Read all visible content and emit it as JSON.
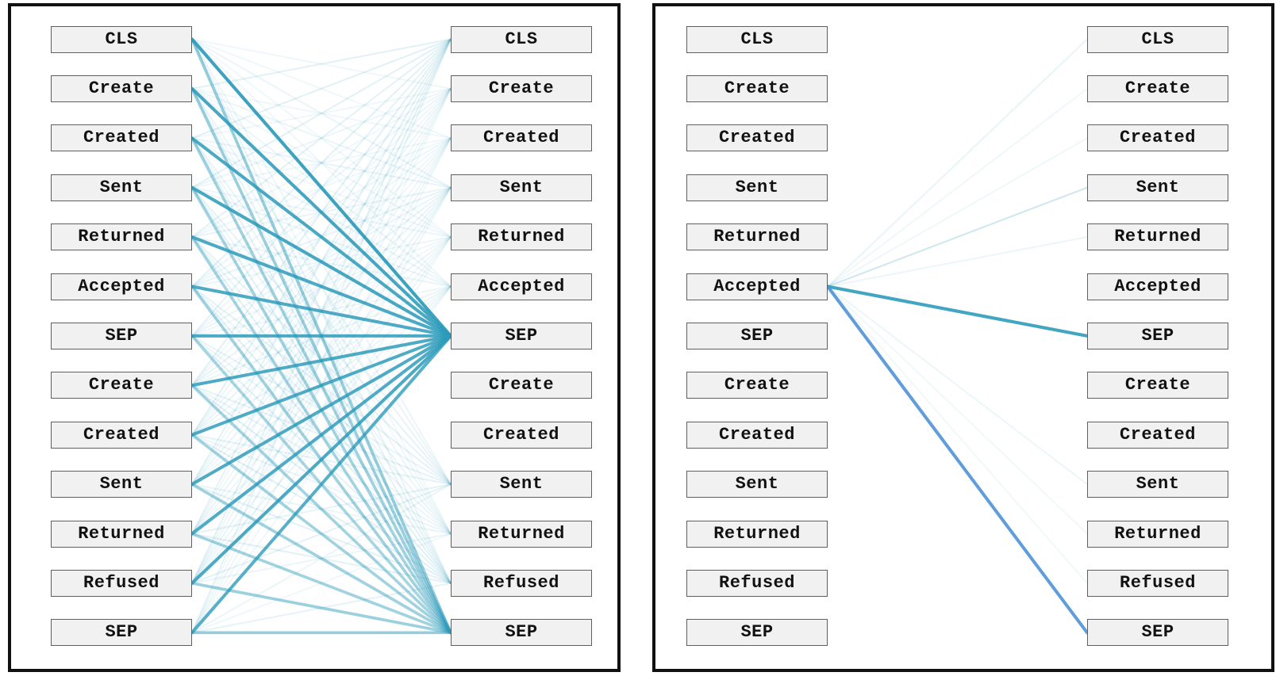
{
  "tokens": [
    "CLS",
    "Create",
    "Created",
    "Sent",
    "Returned",
    "Accepted",
    "SEP",
    "Create",
    "Created",
    "Sent",
    "Returned",
    "Refused",
    "SEP"
  ],
  "colors": {
    "teal": "#2d9bba",
    "blue": "#4a90d6",
    "box_fill": "#f1f1f1",
    "box_border": "#5f5f5f",
    "panel_border": "#111111",
    "text": "#111111",
    "background": "#ffffff"
  },
  "panels": [
    {
      "name": "attention-all-tokens",
      "attention": [
        [
          0,
          0.08,
          0.08,
          0.1,
          0.07,
          0.08,
          0.92,
          0,
          0,
          0.09,
          0.07,
          0.11,
          0.5
        ],
        [
          0.14,
          0,
          0.08,
          0.1,
          0.08,
          0.09,
          0.88,
          0,
          0,
          0.1,
          0.08,
          0.12,
          0.48
        ],
        [
          0.15,
          0.08,
          0,
          0.11,
          0.08,
          0.09,
          0.86,
          0,
          0,
          0.11,
          0.09,
          0.13,
          0.46
        ],
        [
          0.14,
          0.09,
          0.08,
          0,
          0.09,
          0.1,
          0.87,
          0,
          0,
          0.12,
          0.09,
          0.14,
          0.45
        ],
        [
          0.13,
          0.08,
          0.08,
          0.11,
          0,
          0.1,
          0.85,
          0,
          0,
          0.12,
          0.1,
          0.14,
          0.44
        ],
        [
          0.14,
          0.09,
          0.09,
          0.12,
          0.09,
          0,
          0.84,
          0,
          0,
          0.13,
          0.1,
          0.15,
          0.46
        ],
        [
          0.12,
          0.08,
          0.08,
          0.1,
          0.08,
          0.09,
          0.85,
          0,
          0,
          0.11,
          0.09,
          0.13,
          0.42
        ],
        [
          0.14,
          0.08,
          0.08,
          0.11,
          0.08,
          0.1,
          0.84,
          0,
          0,
          0.12,
          0.1,
          0.15,
          0.44
        ],
        [
          0.14,
          0.09,
          0.08,
          0.11,
          0.09,
          0.1,
          0.83,
          0,
          0,
          0.12,
          0.1,
          0.15,
          0.45
        ],
        [
          0.13,
          0.08,
          0.08,
          0.1,
          0.08,
          0.09,
          0.84,
          0,
          0,
          0,
          0.1,
          0.14,
          0.46
        ],
        [
          0.13,
          0.08,
          0.08,
          0.1,
          0.08,
          0.09,
          0.83,
          0,
          0,
          0.12,
          0,
          0.14,
          0.45
        ],
        [
          0.14,
          0.09,
          0.09,
          0.11,
          0.09,
          0.1,
          0.85,
          0,
          0,
          0.13,
          0.1,
          0,
          0.47
        ],
        [
          0.12,
          0.07,
          0.07,
          0.09,
          0.07,
          0.08,
          0.8,
          0,
          0,
          0.1,
          0.08,
          0.12,
          0.5
        ]
      ]
    },
    {
      "name": "attention-selected-token",
      "selected_token": "Accepted",
      "edges": [
        {
          "s": 5,
          "t": 0,
          "w": 0.11
        },
        {
          "s": 5,
          "t": 1,
          "w": 0.08
        },
        {
          "s": 5,
          "t": 2,
          "w": 0.08
        },
        {
          "s": 5,
          "t": 3,
          "w": 0.24
        },
        {
          "s": 5,
          "t": 4,
          "w": 0.09
        },
        {
          "s": 5,
          "t": 6,
          "w": 0.9
        },
        {
          "s": 5,
          "t": 9,
          "w": 0.09
        },
        {
          "s": 5,
          "t": 10,
          "w": 0.07
        },
        {
          "s": 5,
          "t": 11,
          "w": 0.07
        },
        {
          "s": 5,
          "t": 12,
          "w": 0.88,
          "c": "blue"
        }
      ]
    }
  ]
}
